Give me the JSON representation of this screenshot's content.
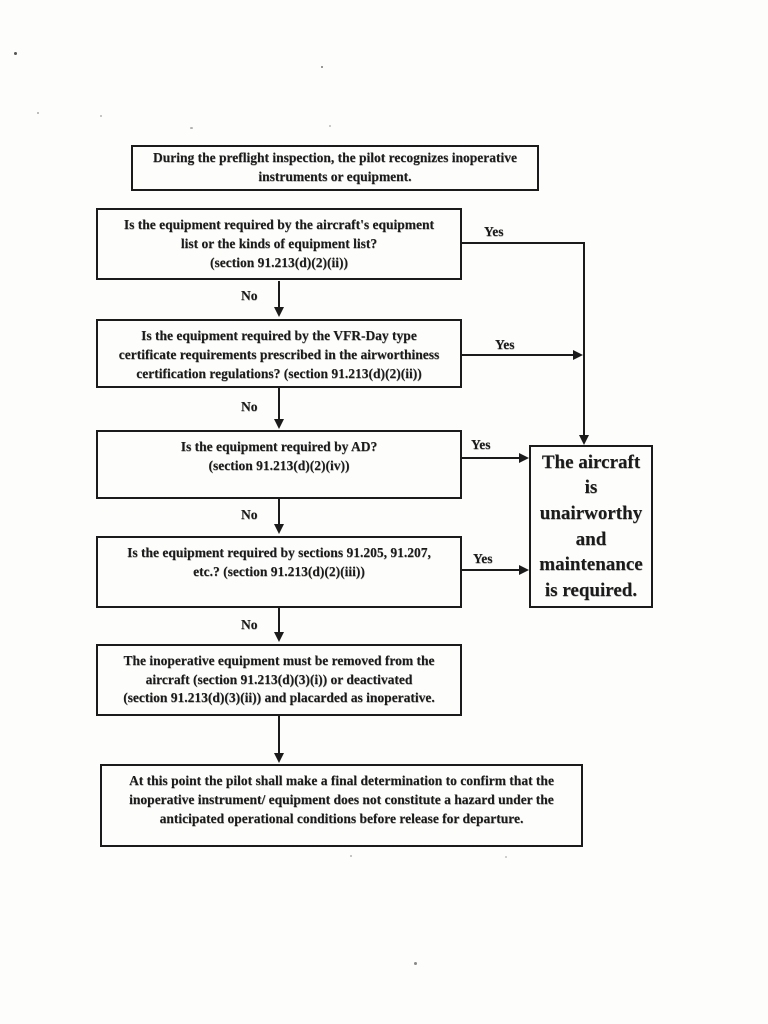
{
  "title": "Inoperative equipment preflight decision flowchart (14 CFR 91.213)",
  "colors": {
    "ink": "#1b1b1b",
    "paper": "#fdfdfb"
  },
  "nodes": {
    "start": [
      "During the preflight inspection, the pilot recognizes inoperative",
      "instruments or equipment."
    ],
    "q1": [
      "Is the equipment required by the aircraft's equipment",
      "list or the kinds of equipment list?",
      "(section 91.213(d)(2)(ii))"
    ],
    "q2": [
      "Is the equipment required by the VFR-Day type",
      "certificate requirements prescribed in the airworthiness",
      "certification regulations? (section 91.213(d)(2)(ii))"
    ],
    "q3": [
      "Is the equipment required by AD?",
      "(section 91.213(d)(2)(iv))"
    ],
    "q4": [
      "Is the equipment required by sections 91.205, 91.207,",
      "etc.? (section 91.213(d)(2)(iii))"
    ],
    "outcome": [
      "The aircraft",
      "is",
      "unairworthy",
      "and",
      "maintenance",
      "is required."
    ],
    "action": [
      "The inoperative equipment must be removed from the",
      "aircraft (section 91.213(d)(3)(i)) or deactivated",
      "(section 91.213(d)(3)(ii)) and placarded as inoperative."
    ],
    "final": [
      "At this point the pilot shall make a final determination to confirm that the",
      "inoperative instrument/ equipment does not constitute a hazard under the",
      "anticipated operational conditions before release for departure."
    ]
  },
  "edges": [
    {
      "from": "q1",
      "to": "q2",
      "label": "No"
    },
    {
      "from": "q2",
      "to": "q3",
      "label": "No"
    },
    {
      "from": "q3",
      "to": "q4",
      "label": "No"
    },
    {
      "from": "q4",
      "to": "action",
      "label": "No"
    },
    {
      "from": "action",
      "to": "final",
      "label": ""
    },
    {
      "from": "q1",
      "to": "outcome",
      "label": "Yes"
    },
    {
      "from": "q2",
      "to": "outcome",
      "label": "Yes"
    },
    {
      "from": "q3",
      "to": "outcome",
      "label": "Yes"
    },
    {
      "from": "q4",
      "to": "outcome",
      "label": "Yes"
    }
  ]
}
